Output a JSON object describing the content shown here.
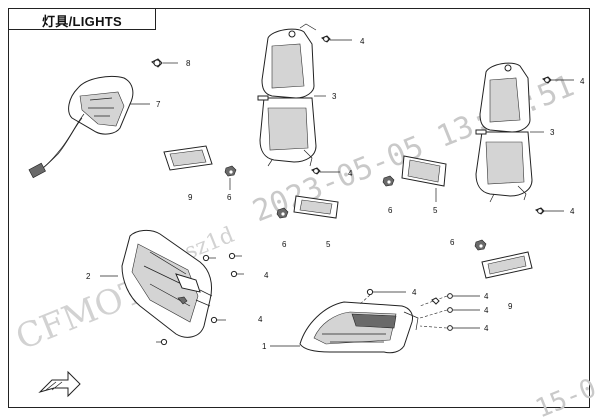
{
  "title": "灯具/LIGHTS",
  "watermark": {
    "datetime": "2023-05-05  13:10:51",
    "brand": "CFMOTO",
    "partial": "Dsz1d",
    "corner": "15-0"
  },
  "callouts": {
    "c8": "8",
    "c7": "7",
    "c9": "9",
    "c6a": "6",
    "c4_top": "4",
    "c3_mid": "3",
    "c4_mid": "4",
    "c4_right_top": "4",
    "c3_right": "3",
    "c4_right_bot": "4",
    "c5_mid": "5",
    "c6_mid": "6",
    "c6_low": "6",
    "c5_low": "5",
    "c6_right": "6",
    "c2": "2",
    "c4_head_a": "4",
    "c4_head_b": "4",
    "c1": "1",
    "c4_r1": "4",
    "c4_r2": "4",
    "c4_r3": "4",
    "c4_r4": "4",
    "c9_right": "9"
  },
  "icons": {
    "fwd_arrow": "forward-arrow-icon"
  }
}
